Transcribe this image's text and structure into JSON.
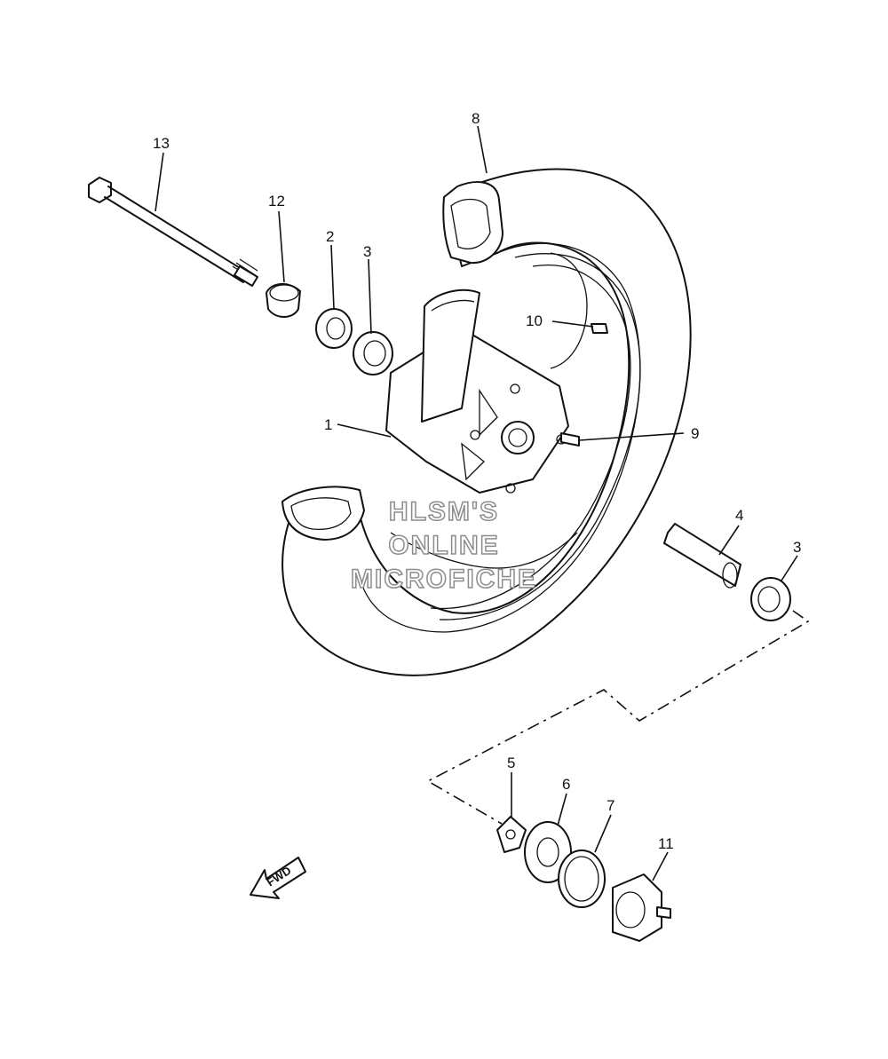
{
  "callouts": {
    "c1": "1",
    "c2": "2",
    "c3a": "3",
    "c3b": "3",
    "c4": "4",
    "c5": "5",
    "c6": "6",
    "c7": "7",
    "c8": "8",
    "c9": "9",
    "c10": "10",
    "c11": "11",
    "c12": "12",
    "c13": "13"
  },
  "watermark": {
    "line1": "HLSM'S",
    "line2": "ONLINE",
    "line3": "MICROFICHE"
  },
  "direction_label": "FWD"
}
